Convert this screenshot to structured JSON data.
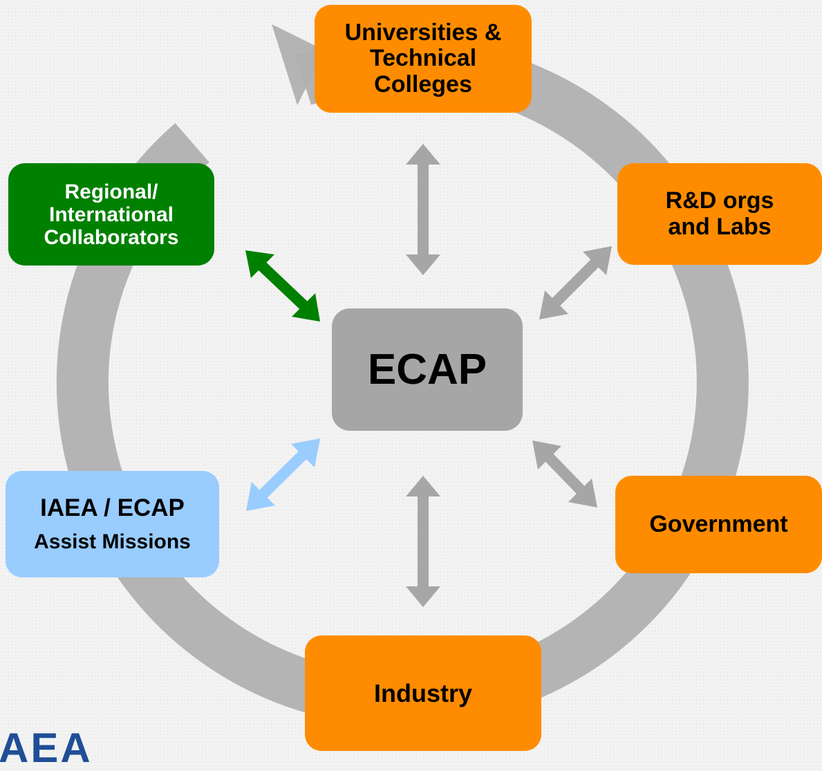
{
  "diagram": {
    "center": "ECAP",
    "nodes": {
      "universities": [
        "Universities &",
        "Technical",
        "Colleges"
      ],
      "rnd": [
        "R&D orgs",
        "and Labs"
      ],
      "government": [
        "Government"
      ],
      "industry": [
        "Industry"
      ],
      "regional": [
        "Regional/",
        "International",
        "Collaborators"
      ],
      "iaea": [
        "IAEA / ECAP",
        "Assist Missions"
      ]
    },
    "logo": "AEA"
  },
  "colors": {
    "orange": "#ff8c00",
    "green": "#008000",
    "light_blue": "#99ccff",
    "gray_box": "#a6a6a6",
    "gray_arrow": "#a6a6a6"
  }
}
